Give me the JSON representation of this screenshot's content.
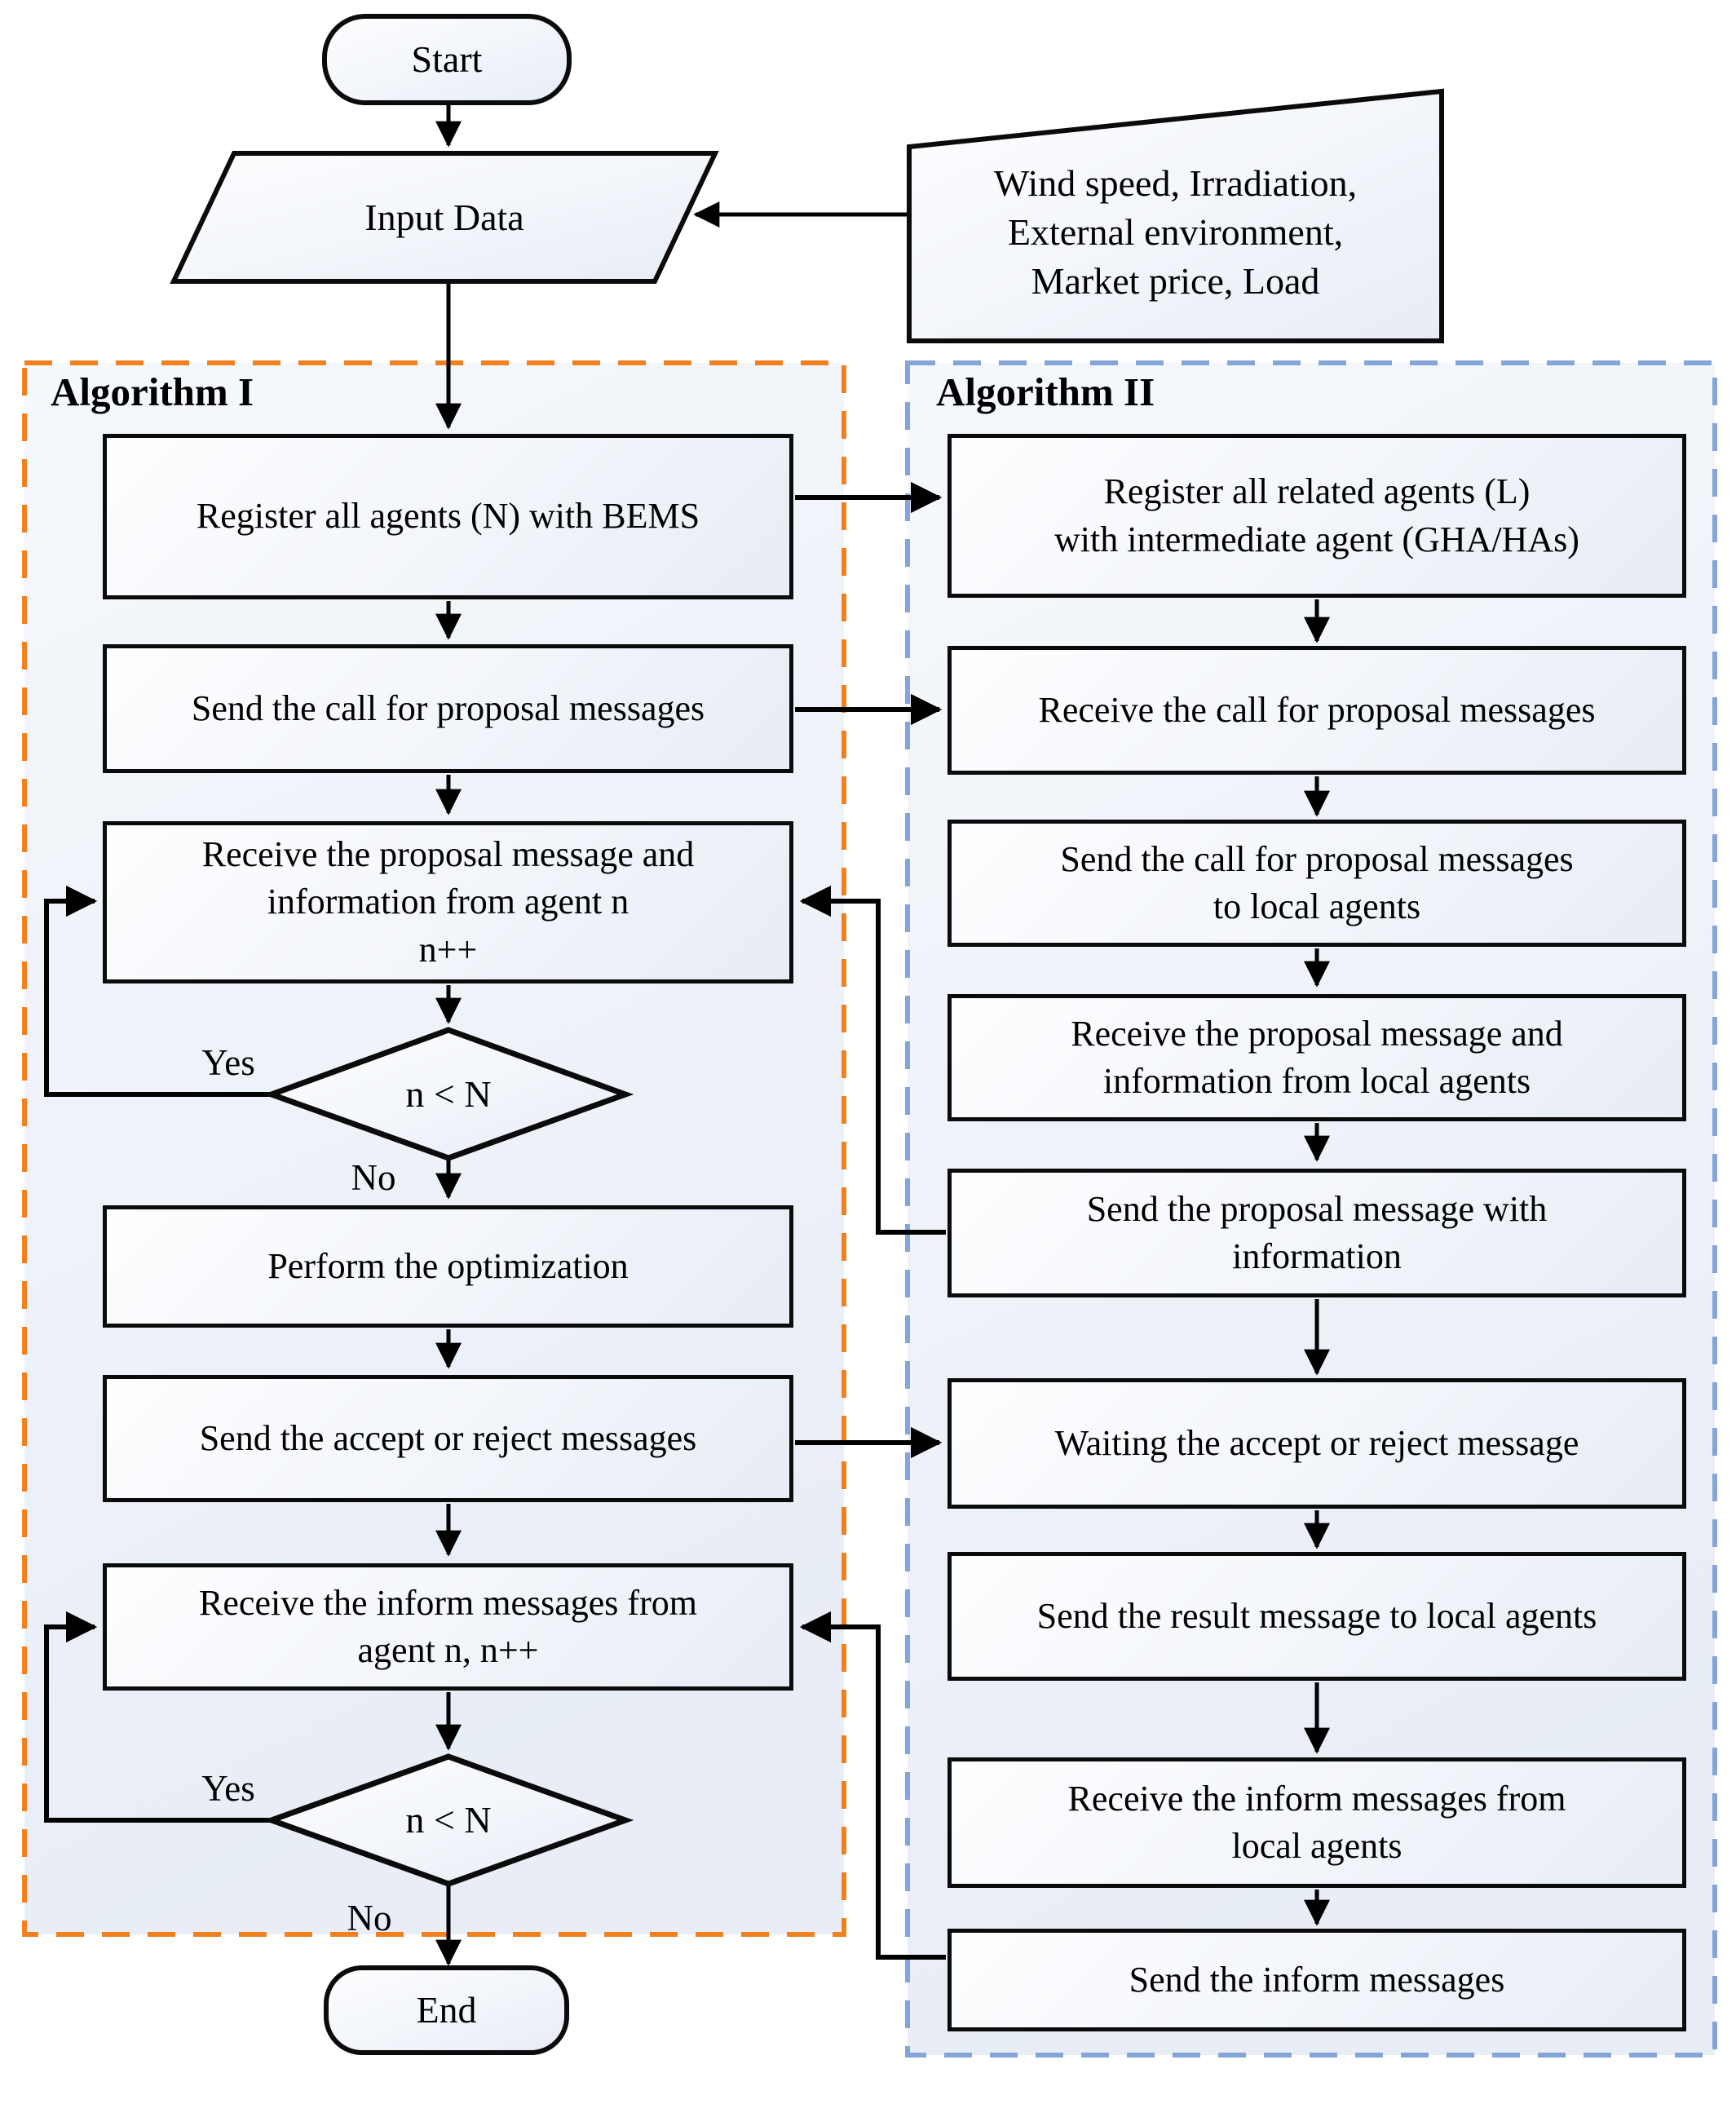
{
  "diagram": {
    "type": "flowchart",
    "colors": {
      "algorithm1_border": "#F3801F",
      "algorithm2_border": "#84A5D7",
      "region_fill_top": "#f5f8fc",
      "region_fill_bottom": "#e8edf6",
      "node_fill_top": "#fdfeff",
      "node_fill_bottom": "#e7ecf5",
      "line_color": "#000000"
    },
    "sections": {
      "algorithm1": "Algorithm I",
      "algorithm2": "Algorithm II"
    },
    "nodes": {
      "start": "Start",
      "input_data": "Input Data",
      "data_source": "Wind speed, Irradiation,\nExternal environment,\nMarket price, Load",
      "alg1_register": "Register all agents (N) with BEMS",
      "alg1_send_cfp": "Send the call for proposal messages",
      "alg1_receive_proposal": "Receive the proposal message and\ninformation from agent n\nn++",
      "alg1_decision1": "n < N",
      "alg1_perform": "Perform the optimization",
      "alg1_send_accept": "Send the accept or reject messages",
      "alg1_receive_inform": "Receive the inform messages from\nagent n, n++",
      "alg1_decision2": "n < N",
      "end": "End",
      "alg2_register": "Register all related agents (L)\nwith intermediate agent (GHA/HAs)",
      "alg2_receive_cfp": "Receive the call for proposal messages",
      "alg2_send_cfp_local": "Send the call for proposal messages\nto local agents",
      "alg2_receive_proposal_local": "Receive the proposal message and\ninformation from local agents",
      "alg2_send_proposal_info": "Send the proposal message with\ninformation",
      "alg2_waiting": "Waiting the accept or reject message",
      "alg2_send_result": "Send the result message to local agents",
      "alg2_receive_inform_local": "Receive the inform messages from\nlocal agents",
      "alg2_send_inform": "Send the inform messages"
    },
    "labels": {
      "yes1": "Yes",
      "no1": "No",
      "yes2": "Yes",
      "no2": "No"
    }
  }
}
